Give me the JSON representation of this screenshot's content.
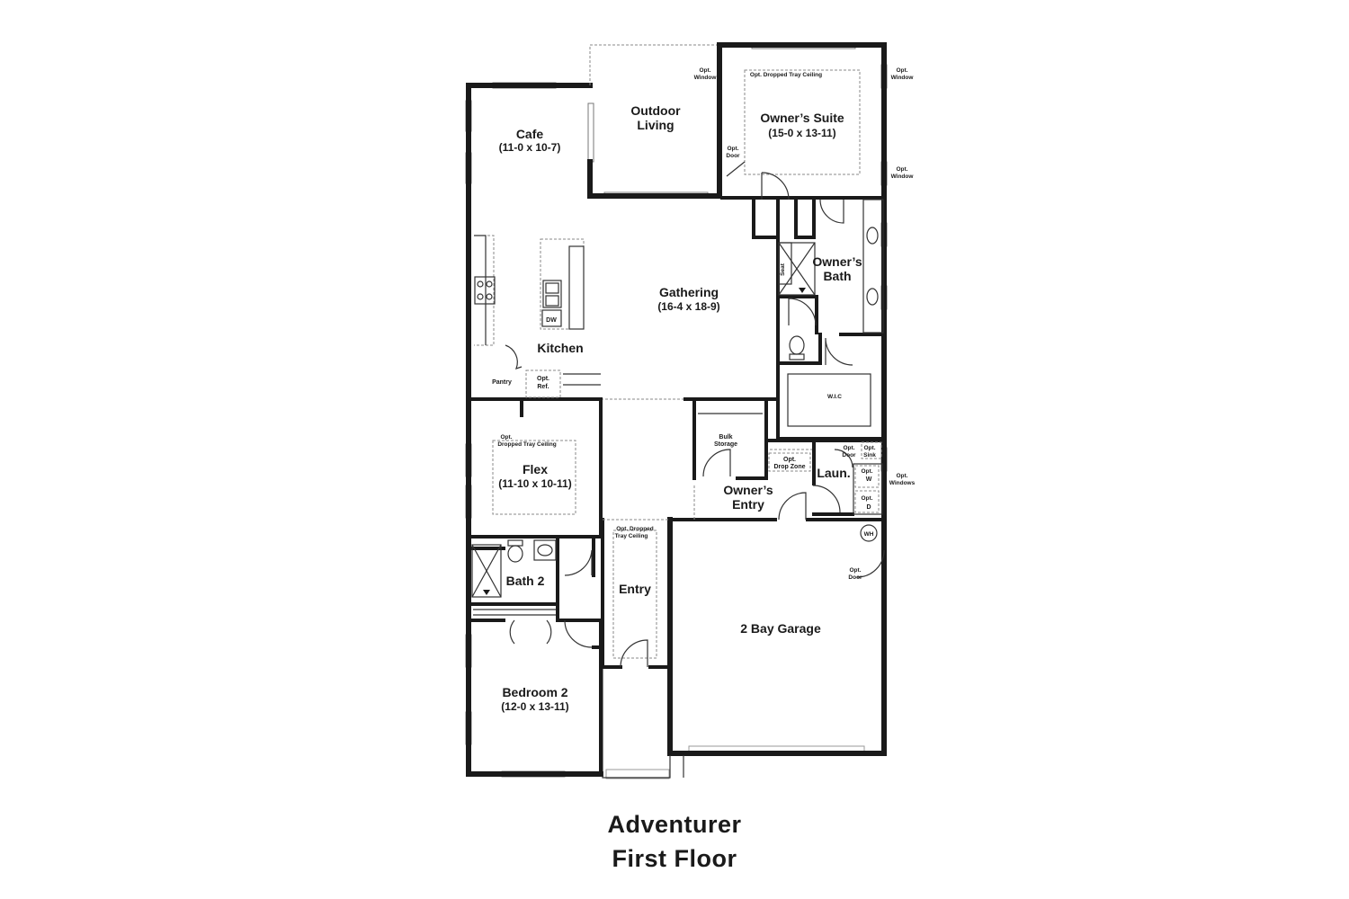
{
  "plan_name": "Adventurer",
  "floor_name": "First Floor",
  "rooms": {
    "outdoor_living": {
      "name_line1": "Outdoor",
      "name_line2": "Living"
    },
    "owners_suite": {
      "name": "Owner’s Suite",
      "dims": "(15-0 x 13-11)",
      "ceiling_note": "Opt. Dropped Tray Ceiling"
    },
    "cafe": {
      "name": "Cafe",
      "dims": "(11-0 x 10-7)"
    },
    "gathering": {
      "name": "Gathering",
      "dims": "(16-4 x 18-9)"
    },
    "kitchen": {
      "name": "Kitchen"
    },
    "pantry": {
      "name": "Pantry"
    },
    "owners_bath": {
      "name_line1": "Owner’s",
      "name_line2": "Bath"
    },
    "wic": {
      "name": "W.I.C"
    },
    "flex": {
      "name": "Flex",
      "dims": "(11-10 x 10-11)",
      "ceiling_note_line1": "Opt.",
      "ceiling_note_line2": "Dropped Tray Ceiling"
    },
    "bulk_storage": {
      "name_line1": "Bulk",
      "name_line2": "Storage"
    },
    "owners_entry": {
      "name_line1": "Owner’s",
      "name_line2": "Entry"
    },
    "laundry": {
      "name": "Laun."
    },
    "bath2": {
      "name": "Bath 2"
    },
    "entry": {
      "name": "Entry",
      "ceiling_note_line1": "Opt. Dropped",
      "ceiling_note_line2": "Tray Ceiling"
    },
    "garage": {
      "name": "2 Bay Garage"
    },
    "bedroom2": {
      "name": "Bedroom 2",
      "dims": "(12-0 x 13-11)"
    }
  },
  "fixtures": {
    "dw": "DW",
    "seat": "Seat",
    "wh": "WH",
    "washer": "W",
    "dryer": "D"
  },
  "options": {
    "opt": "Opt.",
    "window": "Window",
    "windows": "Windows",
    "door": "Door",
    "ref": "Ref.",
    "sink": "Sink",
    "drop_zone": "Drop Zone"
  }
}
